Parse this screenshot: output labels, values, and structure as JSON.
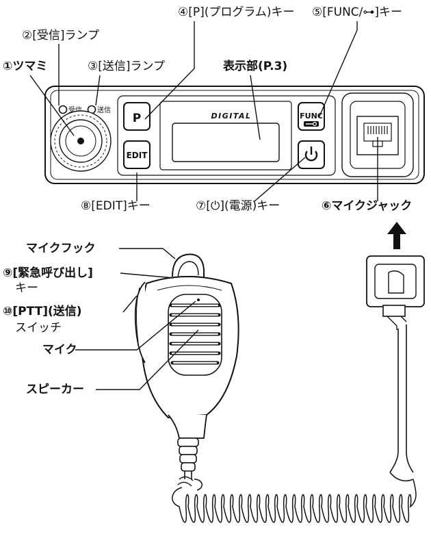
{
  "labels": {
    "p_key": "④[P](プログラム)キー",
    "func_key": "⑤[FUNC/⊶]キー",
    "rx_lamp": "②[受信]ランプ",
    "knob": "①ツマミ",
    "tx_lamp": "③[送信]ランプ",
    "display": "表示部(P.3)",
    "edit_key": "⑧[EDIT]キー",
    "power_key": "⑦[⏻](電源)キー",
    "mic_jack": "⑥マイクジャック",
    "mic_hook": "マイクフック",
    "emergency_key_1": "⑨[緊急呼び出し]",
    "emergency_key_2": "キー",
    "ptt_1": "⑩[PTT](送信)",
    "ptt_2": "スイッチ",
    "mic": "マイク",
    "speaker": "スピーカー"
  },
  "panel": {
    "rx_text": "受信",
    "tx_text": "送信",
    "p_button": "P",
    "edit_button": "EDIT",
    "func_button": "FUNC",
    "power_button": "⏻",
    "brand": "DIGITAL"
  }
}
